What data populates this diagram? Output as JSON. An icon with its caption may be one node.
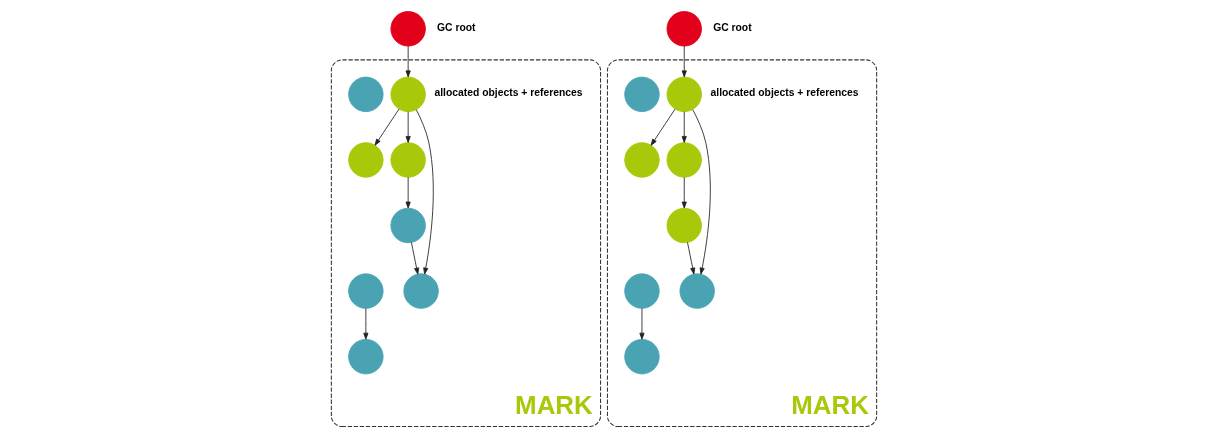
{
  "diagram": {
    "nodes": [
      {
        "text": [
          "MARK"
        ]
      },
      {
        "text": [],
        "shape": "circle",
        "beside": [
          "GC root"
        ]
      },
      {
        "text": [],
        "shape": "circle",
        "beside": [
          "allocated objects + references"
        ],
        "in": 0
      },
      {
        "text": [],
        "shape": "circle",
        "in": 0
      },
      {
        "text": [],
        "shape": "circle",
        "in": 0
      },
      {
        "text": [],
        "shape": "circle",
        "in": 0
      },
      {
        "text": [],
        "shape": "circle",
        "in": 0
      },
      {
        "text": [],
        "shape": "circle",
        "in": 0
      },
      {
        "text": [],
        "shape": "circle",
        "in": 0
      },
      {
        "text": [],
        "shape": "circle",
        "in": 0
      },
      {
        "text": [
          "MARK"
        ]
      },
      {
        "text": [],
        "shape": "circle",
        "beside": [
          "GC root"
        ]
      },
      {
        "text": [],
        "shape": "circle",
        "beside": [
          "allocated objects + references"
        ],
        "in": 10
      },
      {
        "text": [],
        "shape": "circle",
        "in": 10
      },
      {
        "text": [],
        "shape": "circle",
        "in": 10
      },
      {
        "text": [],
        "shape": "circle",
        "in": 10
      },
      {
        "text": [],
        "shape": "circle",
        "in": 10
      },
      {
        "text": [],
        "shape": "circle",
        "in": 10
      },
      {
        "text": [],
        "shape": "circle",
        "in": 10
      },
      {
        "text": [],
        "shape": "circle",
        "in": 10
      }
    ],
    "edges": [
      {
        "from": 1,
        "to": 2,
        "arrow": "to"
      },
      {
        "from": 2,
        "to": 3,
        "arrow": "to"
      },
      {
        "from": 2,
        "to": 4,
        "arrow": "to"
      },
      {
        "from": 2,
        "to": 6,
        "arrow": "to"
      },
      {
        "from": 4,
        "to": 7,
        "arrow": "to"
      },
      {
        "from": 7,
        "to": 6,
        "arrow": "to"
      },
      {
        "from": 8,
        "to": 9,
        "arrow": "to"
      },
      {
        "from": 11,
        "to": 12,
        "arrow": "to"
      },
      {
        "from": 12,
        "to": 13,
        "arrow": "to"
      },
      {
        "from": 12,
        "to": 14,
        "arrow": "to"
      },
      {
        "from": 12,
        "to": 16,
        "arrow": "to"
      },
      {
        "from": 14,
        "to": 17,
        "arrow": "to"
      },
      {
        "from": 17,
        "to": 16,
        "arrow": "to"
      },
      {
        "from": 18,
        "to": 19,
        "arrow": "to"
      }
    ]
  }
}
